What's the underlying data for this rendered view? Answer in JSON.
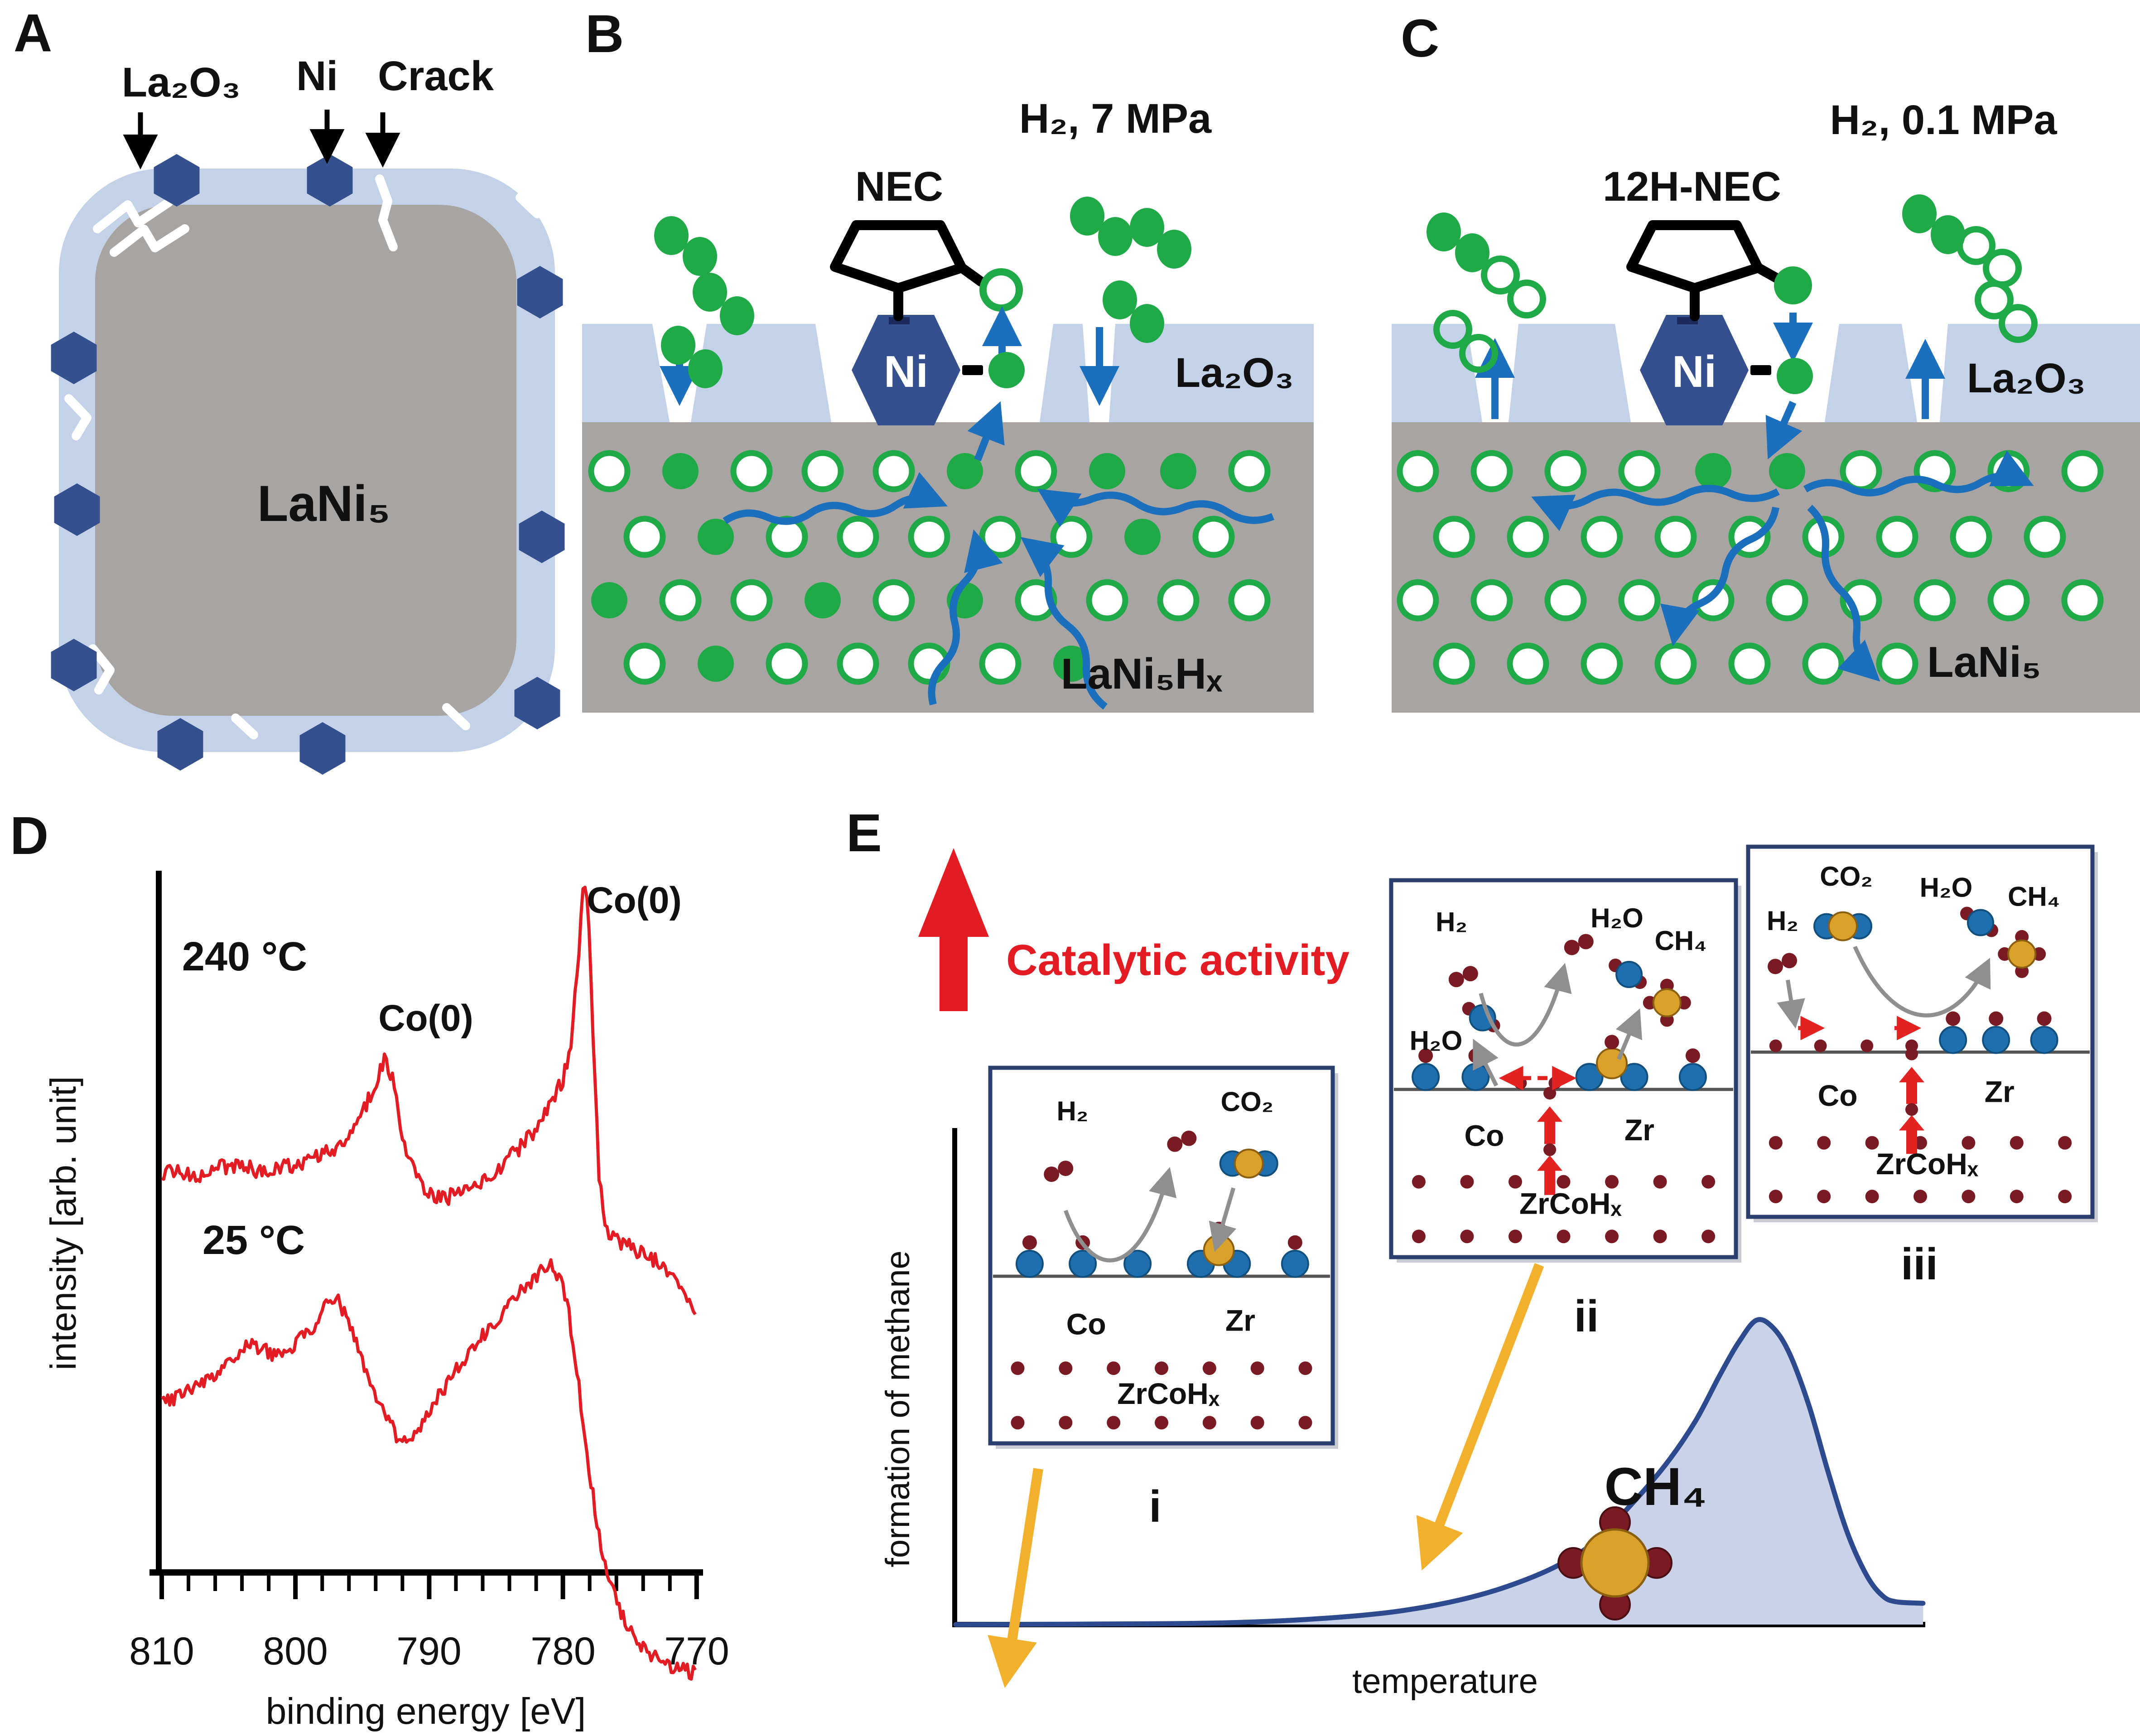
{
  "figure": {
    "panels": {
      "A": {
        "letter": "A",
        "labels": {
          "la2o3": "La₂O₃",
          "ni": "Ni",
          "crack": "Crack",
          "core": "LaNi₅"
        }
      },
      "B": {
        "letter": "B",
        "pressure": "H₂, 7 MPa",
        "molecule": "NEC",
        "ni": "Ni",
        "la2o3": "La₂O₃",
        "slab": "LaNi₅Hₓ",
        "lattice_rows": [
          {
            "y": 1040,
            "x0": 1345,
            "step": 157,
            "pattern": "OFOOOFOFFO"
          },
          {
            "y": 1185,
            "x0": 1423,
            "step": 157,
            "pattern": "OFOOOOOFO"
          },
          {
            "y": 1325,
            "x0": 1345,
            "step": 157,
            "pattern": "FOOFOFOOOO"
          },
          {
            "y": 1465,
            "x0": 1423,
            "step": 157,
            "pattern": "OFOOOOF"
          }
        ]
      },
      "C": {
        "letter": "C",
        "pressure": "H₂, 0.1 MPa",
        "molecule": "12H-NEC",
        "ni": "Ni",
        "la2o3": "La₂O₃",
        "slab": "LaNi₅",
        "lattice_rows": [
          {
            "y": 1040,
            "x0": 3130,
            "step": 163,
            "pattern": "OOOOFFOOOO"
          },
          {
            "y": 1185,
            "x0": 3210,
            "step": 163,
            "pattern": "OOOOOOOOO"
          },
          {
            "y": 1325,
            "x0": 3130,
            "step": 163,
            "pattern": "OOOOOOOOOO"
          },
          {
            "y": 1465,
            "x0": 3210,
            "step": 163,
            "pattern": "OOOOOOO"
          }
        ]
      },
      "D": {
        "letter": "D",
        "temp_high": "240 °C",
        "temp_low": "25 °C",
        "peak_label_1": "Co(0)",
        "peak_label_2": "Co(0)",
        "ylabel": "intensity [arb. unit]",
        "xlabel": "binding energy [eV]"
      },
      "E": {
        "letter": "E",
        "activity": "Catalytic activity",
        "ylabel": "formation of methane",
        "xlabel": "temperature",
        "ch4": "CH₄",
        "steps": [
          "i",
          "ii",
          "iii"
        ],
        "inset_labels": {
          "h2": "H₂",
          "co2": "CO₂",
          "h2o": "H₂O",
          "ch4": "CH₄",
          "co": "Co",
          "zr": "Zr",
          "bulk": "ZrCoHₓ"
        }
      }
    },
    "colors": {
      "green": "#1faa47",
      "light_blue": "#c3d2e8",
      "gray_slab": "#a8a4a1",
      "navy": "#35508e",
      "arrow_blue": "#1b6fbd",
      "spectrum_red": "#e31b23",
      "dark_red": "#7a1a22",
      "atom_blue": "#1f6fae",
      "gold": "#d9a02a",
      "yellow": "#f2b02c",
      "box_navy": "#2a3f6e",
      "curve_navy": "#2e4a8f",
      "curve_fill": "#c9d2e8",
      "activity_red": "#e31b23"
    }
  },
  "chart_data": [
    {
      "type": "line",
      "title": "XPS Co 2p spectra",
      "xlabel": "binding energy [eV]",
      "ylabel": "intensity [arb. unit]",
      "x_range": [
        810,
        770
      ],
      "x_axis_reversed": true,
      "x_ticks": [
        810,
        800,
        790,
        780,
        770
      ],
      "grid": false,
      "series": [
        {
          "name": "240 °C",
          "annotations": [
            "Co(0) at ~793 eV",
            "Co(0) at ~778 eV"
          ],
          "points": [
            [
              810,
              0.34
            ],
            [
              808.5,
              0.345
            ],
            [
              807,
              0.335
            ],
            [
              805.5,
              0.355
            ],
            [
              804,
              0.36
            ],
            [
              802.5,
              0.345
            ],
            [
              801,
              0.355
            ],
            [
              799.5,
              0.365
            ],
            [
              798,
              0.38
            ],
            [
              796.5,
              0.41
            ],
            [
              795,
              0.47
            ],
            [
              794,
              0.545
            ],
            [
              793.3,
              0.6
            ],
            [
              792.6,
              0.54
            ],
            [
              792,
              0.42
            ],
            [
              791,
              0.335
            ],
            [
              790,
              0.3
            ],
            [
              789,
              0.285
            ],
            [
              788,
              0.295
            ],
            [
              787,
              0.305
            ],
            [
              786,
              0.325
            ],
            [
              785,
              0.35
            ],
            [
              784,
              0.375
            ],
            [
              783,
              0.405
            ],
            [
              782,
              0.44
            ],
            [
              781,
              0.49
            ],
            [
              780,
              0.55
            ],
            [
              779.4,
              0.63
            ],
            [
              778.9,
              0.8
            ],
            [
              778.4,
              1.0
            ],
            [
              778.1,
              0.93
            ],
            [
              777.7,
              0.62
            ],
            [
              777.3,
              0.34
            ],
            [
              776.9,
              0.235
            ],
            [
              776.4,
              0.2
            ],
            [
              775.5,
              0.185
            ],
            [
              774.5,
              0.17
            ],
            [
              773.5,
              0.155
            ],
            [
              772.5,
              0.135
            ],
            [
              771.5,
              0.1
            ],
            [
              770.5,
              0.055
            ],
            [
              770,
              0.04
            ]
          ]
        },
        {
          "name": "25 °C",
          "points": [
            [
              810,
              0.66
            ],
            [
              809,
              0.675
            ],
            [
              808,
              0.69
            ],
            [
              807,
              0.71
            ],
            [
              806,
              0.735
            ],
            [
              805,
              0.765
            ],
            [
              804,
              0.79
            ],
            [
              803,
              0.805
            ],
            [
              802.3,
              0.79
            ],
            [
              801.5,
              0.78
            ],
            [
              800.5,
              0.79
            ],
            [
              799.5,
              0.82
            ],
            [
              798.5,
              0.855
            ],
            [
              797.7,
              0.905
            ],
            [
              797,
              0.925
            ],
            [
              796.2,
              0.875
            ],
            [
              795.3,
              0.79
            ],
            [
              794.3,
              0.7
            ],
            [
              793.3,
              0.625
            ],
            [
              792.3,
              0.58
            ],
            [
              791.6,
              0.57
            ],
            [
              790.8,
              0.595
            ],
            [
              790,
              0.64
            ],
            [
              789,
              0.695
            ],
            [
              788,
              0.74
            ],
            [
              787,
              0.785
            ],
            [
              786,
              0.825
            ],
            [
              785,
              0.865
            ],
            [
              784,
              0.9
            ],
            [
              783,
              0.94
            ],
            [
              782,
              0.97
            ],
            [
              781,
              1.0
            ],
            [
              780.2,
              0.965
            ],
            [
              779.5,
              0.87
            ],
            [
              778.8,
              0.7
            ],
            [
              778.1,
              0.52
            ],
            [
              777.5,
              0.38
            ],
            [
              777,
              0.295
            ],
            [
              776.2,
              0.195
            ],
            [
              775.4,
              0.135
            ],
            [
              774.5,
              0.09
            ],
            [
              773.5,
              0.055
            ],
            [
              772.5,
              0.035
            ],
            [
              771.5,
              0.02
            ],
            [
              770,
              0.005
            ]
          ]
        }
      ]
    },
    {
      "type": "area",
      "title": "formation of methane vs temperature",
      "xlabel": "temperature",
      "ylabel": "formation of methane",
      "annotation": "CH₄",
      "x": [
        0,
        0.22,
        0.32,
        0.4,
        0.46,
        0.52,
        0.57,
        0.62,
        0.66,
        0.7,
        0.735,
        0.765,
        0.79,
        0.81,
        0.828,
        0.845,
        0.862,
        0.882,
        0.902,
        0.922,
        0.942,
        0.958,
        0.972,
        1.0
      ],
      "y": [
        0,
        0.003,
        0.01,
        0.025,
        0.045,
        0.08,
        0.125,
        0.19,
        0.27,
        0.4,
        0.53,
        0.67,
        0.82,
        0.93,
        1.0,
        0.975,
        0.89,
        0.72,
        0.5,
        0.3,
        0.16,
        0.095,
        0.075,
        0.07
      ],
      "peak_x": 0.83
    }
  ]
}
